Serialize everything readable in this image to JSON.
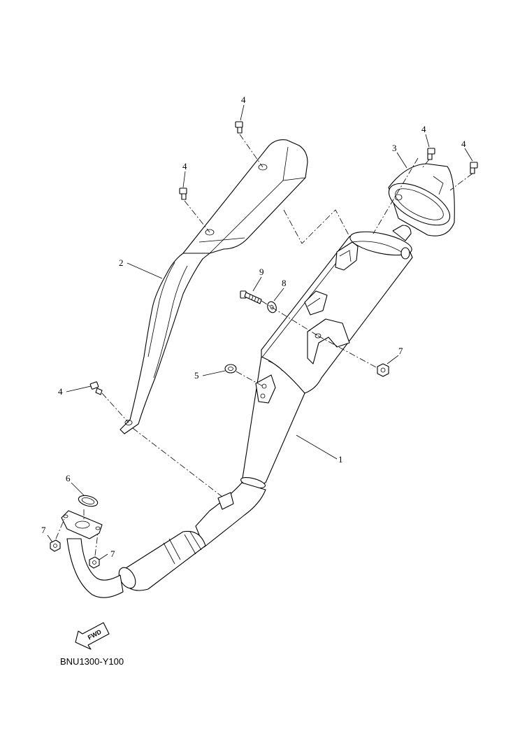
{
  "diagram": {
    "code": "BNU1300-Y100",
    "fwd_label": "FWD"
  },
  "callouts": {
    "c1": "1",
    "c2": "2",
    "c3": "3",
    "c4_shield_top": "4",
    "c4_shield_mid": "4",
    "c4_shield_low": "4",
    "c4_cap_left": "4",
    "c4_cap_right": "4",
    "c5": "5",
    "c6": "6",
    "c7_flange_left": "7",
    "c7_flange_right": "7",
    "c7_bracket": "7",
    "c8": "8",
    "c9": "9"
  }
}
